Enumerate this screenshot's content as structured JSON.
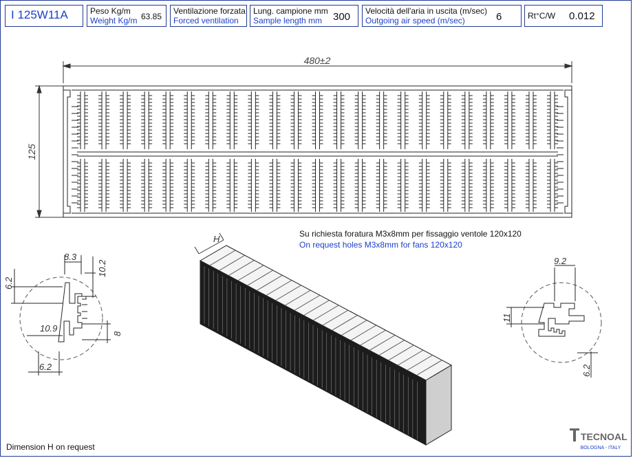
{
  "header": {
    "code": "I 125W11A",
    "weight": {
      "it": "Peso Kg/m",
      "en": "Weight Kg/m",
      "value": "63.85"
    },
    "ventilation": {
      "it": "Ventilazione forzata",
      "en": "Forced ventilation"
    },
    "sample": {
      "it": "Lung. campione mm",
      "en": "Sample length mm",
      "value": "300"
    },
    "airspeed": {
      "it": "Velocità dell'aria in uscita (m/sec)",
      "en": "Outgoing air speed (m/sec)",
      "value": "6"
    },
    "rt": {
      "label": "Rt°C/W",
      "value": "0.012"
    }
  },
  "drawing": {
    "width_dim": "480±2",
    "height_dim": "125",
    "iso_dim": "H",
    "left_detail": {
      "d1": "8.3",
      "d2": "10.2",
      "d3": "6.2",
      "d4": "10.9",
      "d5": "8",
      "d6": "6.2"
    },
    "right_detail": {
      "d1": "9.2",
      "d2": "11",
      "d3": "6.2"
    }
  },
  "notes": {
    "request_it": "Su richiesta foratura M3x8mm per fissaggio ventole 120x120",
    "request_en": "On request holes M3x8mm for fans 120x120",
    "dimension_h": "Dimension H on request"
  },
  "logo": {
    "brand": "TECNOAL",
    "place": "BOLOGNA - ITALY"
  },
  "colors": {
    "border": "#1f3a93",
    "english_text": "#1a3fcc",
    "ink": "#111111"
  }
}
